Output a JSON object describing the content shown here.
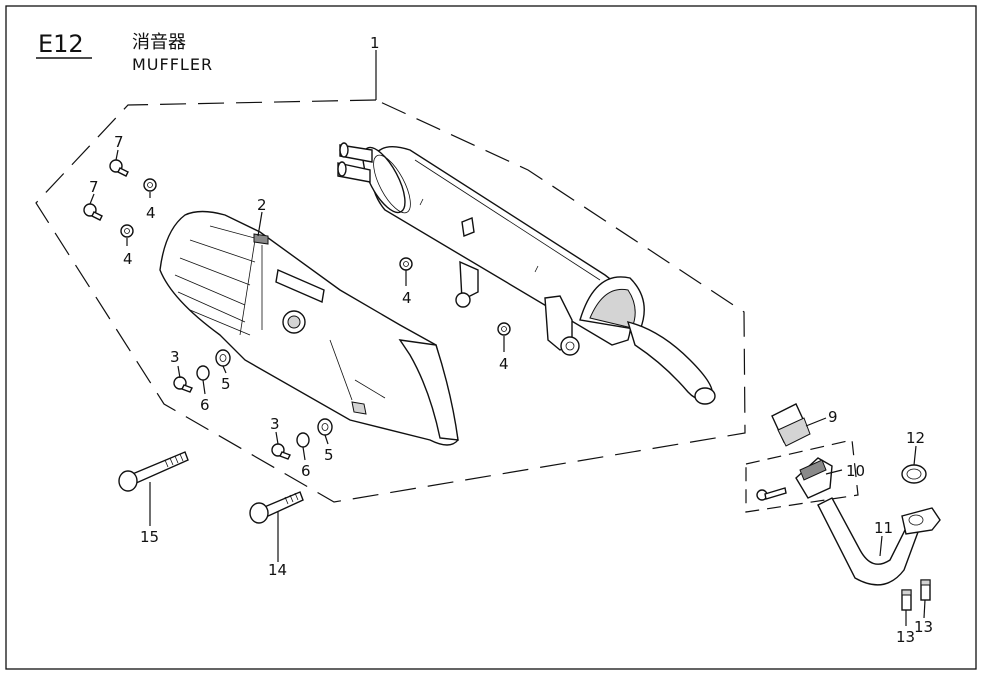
{
  "header": {
    "code": "E12",
    "title_cn": "消音器",
    "title_en": "MUFFLER"
  },
  "callouts": [
    "1",
    "2",
    "3",
    "3",
    "4",
    "4",
    "4",
    "4",
    "5",
    "5",
    "6",
    "6",
    "7",
    "7",
    "9",
    "10",
    "11",
    "12",
    "13",
    "13",
    "14",
    "15"
  ]
}
